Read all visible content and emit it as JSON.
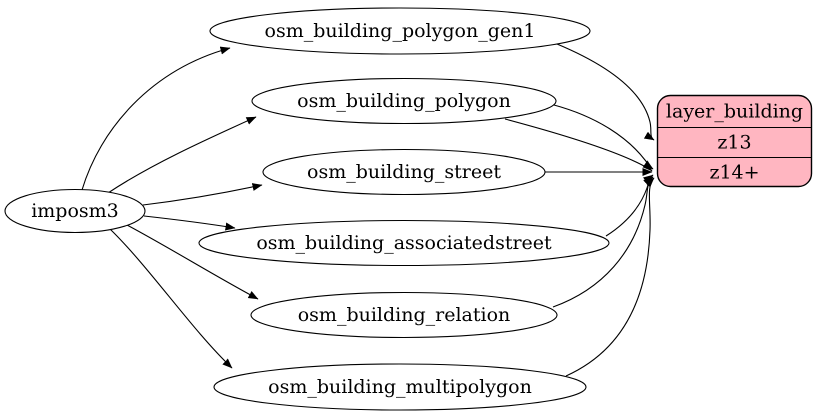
{
  "diagram": {
    "type": "etl-dependency-graph",
    "source_node": {
      "label": "imposm3"
    },
    "table_nodes": [
      {
        "label": "osm_building_polygon_gen1"
      },
      {
        "label": "osm_building_polygon"
      },
      {
        "label": "osm_building_street"
      },
      {
        "label": "osm_building_associatedstreet"
      },
      {
        "label": "osm_building_relation"
      },
      {
        "label": "osm_building_multipolygon"
      }
    ],
    "layer_node": {
      "title": "layer_building",
      "fields": [
        "z13",
        "z14+"
      ]
    },
    "edges": [
      {
        "from": "imposm3",
        "to": "osm_building_polygon_gen1"
      },
      {
        "from": "imposm3",
        "to": "osm_building_polygon"
      },
      {
        "from": "imposm3",
        "to": "osm_building_street"
      },
      {
        "from": "imposm3",
        "to": "osm_building_associatedstreet"
      },
      {
        "from": "imposm3",
        "to": "osm_building_relation"
      },
      {
        "from": "imposm3",
        "to": "osm_building_multipolygon"
      },
      {
        "from": "osm_building_polygon_gen1",
        "to": "layer_building:z13"
      },
      {
        "from": "osm_building_polygon",
        "to": "layer_building:z14+"
      },
      {
        "from": "osm_building_polygon",
        "to": "layer_building:z14+"
      },
      {
        "from": "osm_building_street",
        "to": "layer_building:z14+"
      },
      {
        "from": "osm_building_associatedstreet",
        "to": "layer_building:z14+"
      },
      {
        "from": "osm_building_relation",
        "to": "layer_building:z14+"
      },
      {
        "from": "osm_building_multipolygon",
        "to": "layer_building:z14+"
      }
    ],
    "colors": {
      "layer_fill": "#FFB6C1",
      "table_fill": "#FFFFFF",
      "stroke": "#000000"
    }
  }
}
